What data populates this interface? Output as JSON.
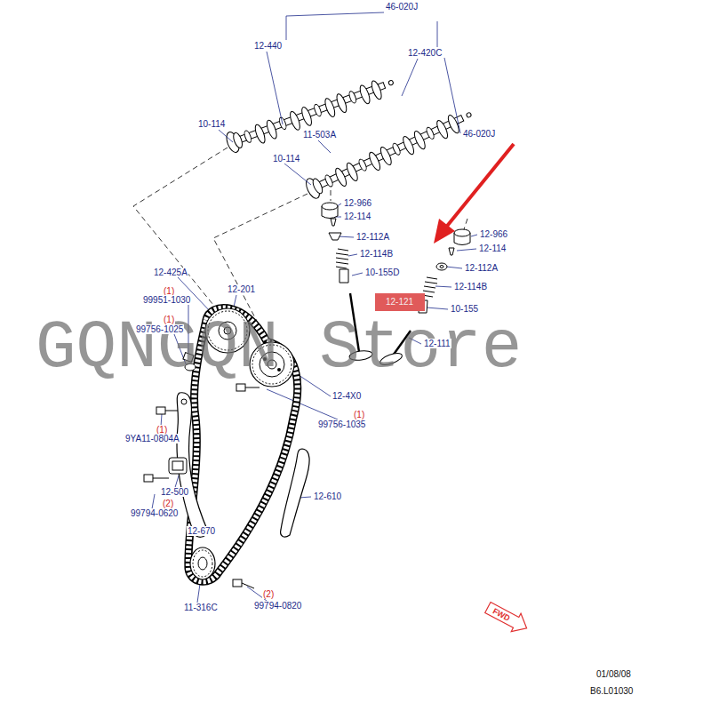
{
  "diagram": {
    "nodes": [
      {
        "text": [
          "12-121"
        ]
      },
      {
        "text": [
          "FWD"
        ]
      }
    ],
    "edges": [],
    "labels": [
      "12-440",
      "46-020J",
      "12-420C",
      "46-020J",
      "10-114",
      "11-503A",
      "10-114",
      "12-966",
      "12-114",
      "12-112A",
      "12-114B",
      "10-155D",
      "12-966",
      "12-114",
      "12-112A",
      "12-114B",
      "10-155",
      "12-111",
      "12-425A",
      "12-201",
      "(1)",
      "99951-1030",
      "(1)",
      "99756-1025",
      "12-4X0",
      "(1)",
      "99756-1035",
      "(1)",
      "9YA11-0804A",
      "12-500",
      "(2)",
      "99794-0620",
      "12-610",
      "12-670",
      "11-316C",
      "(2)",
      "99794-0820",
      "01/08/08",
      "B6.L01030",
      "GQNGQN Store"
    ]
  }
}
